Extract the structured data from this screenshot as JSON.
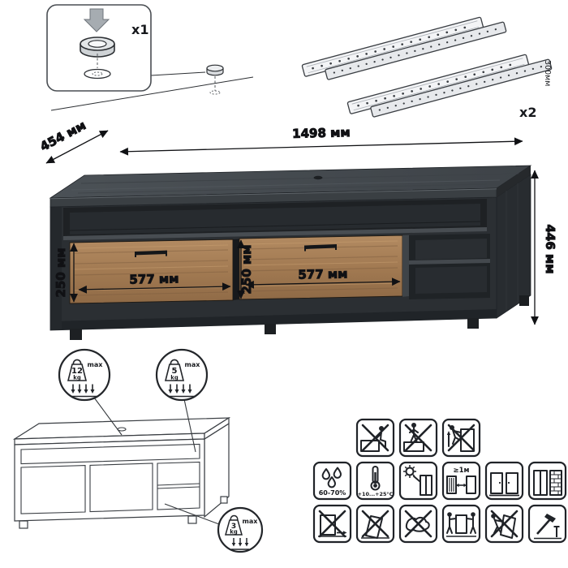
{
  "hardware": {
    "foot": {
      "name": "adjustable-foot-glide",
      "count_label": "x1"
    },
    "slides": {
      "name": "drawer-slide-rails",
      "count_label": "x2",
      "length_label": "300мм"
    }
  },
  "dimensions": {
    "width": "1498 мм",
    "depth": "454 мм",
    "height": "446 мм",
    "drawer_left_height": "250 мм",
    "drawer_left_width": "577 мм",
    "drawer_right_height": "250 мм",
    "drawer_right_width": "577 мм"
  },
  "load_limits": {
    "top_surface": {
      "value": "12",
      "unit": "kg",
      "qualifier": "max"
    },
    "shelf": {
      "value": "5",
      "unit": "kg",
      "qualifier": "max"
    },
    "drawer": {
      "value": "3",
      "unit": "kg",
      "qualifier": "max"
    }
  },
  "care_icons": {
    "humidity_label": "60-70%",
    "temperature_label": "+10...+25°C",
    "distance_label": "≥1м",
    "names": [
      "no-sitting",
      "no-standing",
      "no-climbing",
      "humidity-range",
      "temperature-range",
      "avoid-direct-sunlight",
      "keep-distance-from-heat",
      "place-on-level-surface",
      "fix-to-solid-wall",
      "do-not-drag",
      "do-not-tilt",
      "do-not-use-wet-cloth",
      "carry-by-two-people",
      "do-not-push",
      "assembly-with-tools"
    ]
  },
  "colors": {
    "carcass_dark": "#33383c",
    "carcass_top": "#4a5055",
    "drawer_wood": "#a9825c",
    "line": "#17191d"
  }
}
